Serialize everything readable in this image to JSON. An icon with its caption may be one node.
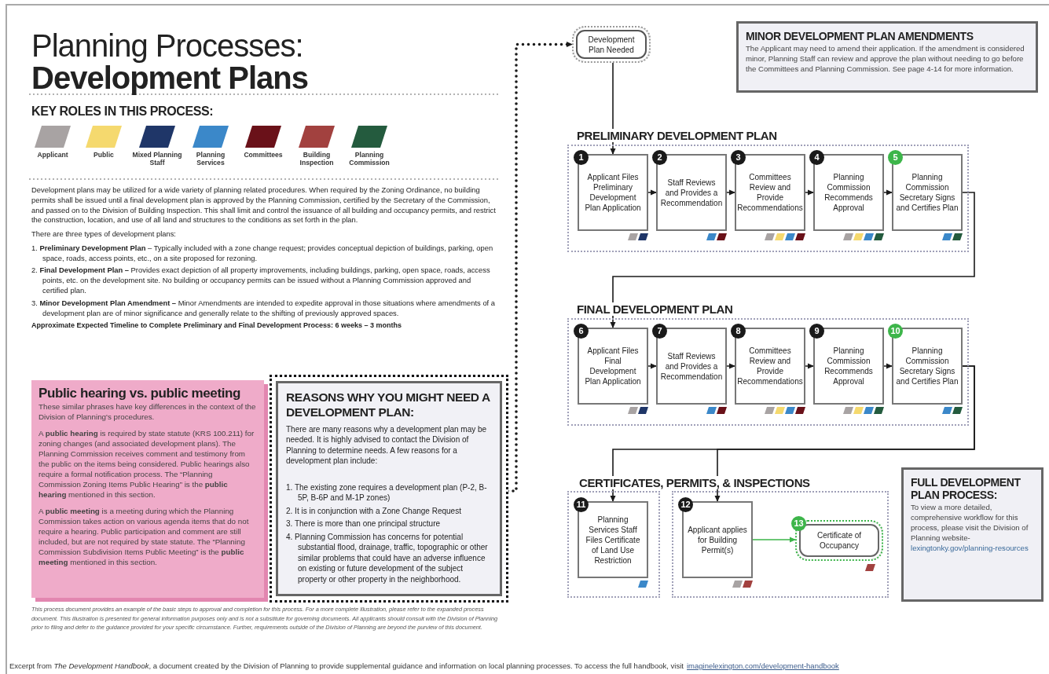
{
  "diagram": {
    "title": "Planning Processes: **Development Plans**",
    "nodes": [
      {
        "text": [
          "Development Plan Needed"
        ]
      },
      {
        "text": [
          "PRELIMINARY DEVELOPMENT PLAN"
        ]
      },
      {
        "text": [
          "1",
          "Applicant Files Preliminary Development Plan Application"
        ],
        "in": 1
      },
      {
        "text": [
          "2",
          "Staff Reviews and Provides a Recommendation"
        ],
        "in": 1
      },
      {
        "text": [
          "3",
          "Committees Review and Provide Recommendations"
        ],
        "in": 1
      },
      {
        "text": [
          "4",
          "Planning Commission Recommends Approval"
        ],
        "in": 1
      },
      {
        "text": [
          "5",
          "Planning Commission Secretary Signs and Certifies Plan"
        ],
        "in": 1
      },
      {
        "text": [
          "FINAL DEVELOPMENT PLAN"
        ]
      },
      {
        "text": [
          "6",
          "Applicant Files Final Development Plan Application"
        ],
        "in": 7
      },
      {
        "text": [
          "7",
          "Staff Reviews and Provides a Recommendation"
        ],
        "in": 7
      },
      {
        "text": [
          "8",
          "Committees Review and Provide Recommendations"
        ],
        "in": 7
      },
      {
        "text": [
          "9",
          "Planning Commission Recommends Approval"
        ],
        "in": 7
      },
      {
        "text": [
          "10",
          "Planning Commission Secretary Signs and Certifies Plan"
        ],
        "in": 7
      },
      {
        "text": [],
        "shape": "box"
      },
      {
        "text": [
          "11",
          "Planning Services Staff Files Certificate of Land Use Restriction"
        ],
        "in": 13
      },
      {
        "text": [],
        "shape": "box"
      },
      {
        "text": [
          "12",
          "Applicant applies for Building Permit(s)"
        ],
        "in": 15
      },
      {
        "text": [
          "13",
          "Certificate of Occupancy"
        ],
        "in": 15
      },
      {
        "text": [
          "REASONS WHY YOU MIGHT NEED A DEVELOPMENT PLAN:",
          "There are many reasons why a development plan may be needed. It is highly advised to contact the Division of Planning to determine needs. A few reasons for a development plan include:",
          "1. The existing zone requires a development plan (P-2, B-5P, B-6P and M-1P zones)",
          "2. It is in conjunction with a Zone Change Request",
          "3. There is more than one principal structure",
          "4. Planning Commission has concerns for potential substantial flood, drainage, traffic, topographic or other similar problems that could have an adverse influence on existing or future development of the subject property or other property in the neighborhood."
        ]
      },
      {
        "text": [
          "MINOR DEVELOPMENT PLAN AMENDMENTS",
          "The Applicant may need to amend their application. If the amendment is considered minor, Planning Staff can review and approve the plan without needing to go before the Committees and Planning Commission. See page 4-14 for more information."
        ]
      },
      {
        "text": [
          "FULL DEVELOPMENT PLAN PROCESS:",
          "To view a more detailed, comprehensive workflow for this process, please visit the Division of Planning website-",
          "lexingtonky.gov/planning-resources"
        ]
      },
      {
        "text": [
          "Public hearing vs. public meeting",
          "These similar phrases have key differences in the context of the Division of Planning's procedures.",
          "A **public hearing** is required by state statute (KRS 100.211) for zoning changes (and associated development plans). The Planning Commission receives comment and testimony from the public on the items being considered. Public hearings also require a formal notification process. The “Planning Commission Zoning Items Public Hearing” is the **public hearing** mentioned in this section.",
          "A **public meeting** is a meeting during which the Planning Commission takes action on various agenda items that do not require a hearing. Public participation and comment are still included, but are not required by state statute. The “Planning Commission Subdivision Items Public Meeting” is the **public meeting** mentioned in this section."
        ]
      }
    ],
    "edges": [
      {
        "from": 18,
        "to": 0,
        "arrow": "to",
        "style": "dashed"
      },
      {
        "from": 0,
        "to": 2,
        "arrow": "to"
      },
      {
        "from": 2,
        "to": 3,
        "arrow": "to"
      },
      {
        "from": 3,
        "to": 4,
        "arrow": "to"
      },
      {
        "from": 4,
        "to": 5,
        "arrow": "to"
      },
      {
        "from": 5,
        "to": 6,
        "arrow": "to"
      },
      {
        "from": 6,
        "to": 8,
        "arrow": "to"
      },
      {
        "from": 8,
        "to": 9,
        "arrow": "to"
      },
      {
        "from": 9,
        "to": 10,
        "arrow": "to"
      },
      {
        "from": 10,
        "to": 11,
        "arrow": "to"
      },
      {
        "from": 11,
        "to": 12,
        "arrow": "to"
      },
      {
        "from": 12,
        "to": 14,
        "arrow": "to"
      },
      {
        "from": 12,
        "to": 16,
        "arrow": "to"
      },
      {
        "from": 16,
        "to": 17,
        "arrow": "to",
        "color": "#3db54a"
      }
    ],
    "labels": [
      "KEY ROLES IN THIS PROCESS:",
      "Development plans may be utilized for a wide variety of planning related procedures. When required by the Zoning Ordinance, no building permits shall be issued until a final development plan is approved by the Planning Commission, certified by the Secretary of the Commission, and passed on to the Division of Building Inspection. This shall limit and control the issuance of all building and occupancy permits, and restrict the construction, location, and use of all land and structures to the conditions as set forth in the plan.",
      "There are three types of development plans:",
      "1. **Preliminary Development Plan** – Typically included with a zone change request; provides conceptual depiction of buildings, parking, open space, roads, access points, etc., on a site proposed for rezoning.",
      "2. **Final Development Plan –** Provides exact depiction of all property improvements, including buildings, parking, open space, roads, access points, etc. on the development site. No building or occupancy permits can be issued without a Planning Commission approved and certified plan.",
      "3. **Minor Development Plan Amendment –** Minor Amendments are intended to expedite approval in those situations where amendments of a development plan are of minor significance and generally relate to the shifting of previously approved spaces.",
      "Approximate Expected Timeline to Complete Preliminary and Final Development Process: 6 weeks – 3 months",
      "CERTIFICATES, PERMITS, & INSPECTIONS",
      "This process document provides an example of the basic steps to approval and completion for this process. For a more complete illustration, please refer to the expanded process document. This illustration is presented for general information purposes only and is not a substitute for governing documents. All applicants should consult with the Division of Planning prior to filing and defer to the guidance provided for your specific circumstance. Further, requirements outside of the Division of Planning are beyond the purview of this document.",
      "Excerpt from *The Development Handbook*, a document created by the Division of Planning to provide supplemental guidance and information on local planning processes. To access the full handbook, visit",
      "imaginelexington.com/development-handbook"
    ],
    "legend": [
      {
        "text": "Applicant",
        "color": "#a8a3a3"
      },
      {
        "text": "Public",
        "color": "#f5d96e"
      },
      {
        "text": "Mixed Planning Staff",
        "color": "#1f3668"
      },
      {
        "text": "Planning Services",
        "color": "#3b88c9"
      },
      {
        "text": "Committees",
        "color": "#6a1119"
      },
      {
        "text": "Building Inspection",
        "color": "#a2413f"
      },
      {
        "text": "Planning Commission",
        "color": "#245b3e"
      }
    ]
  }
}
